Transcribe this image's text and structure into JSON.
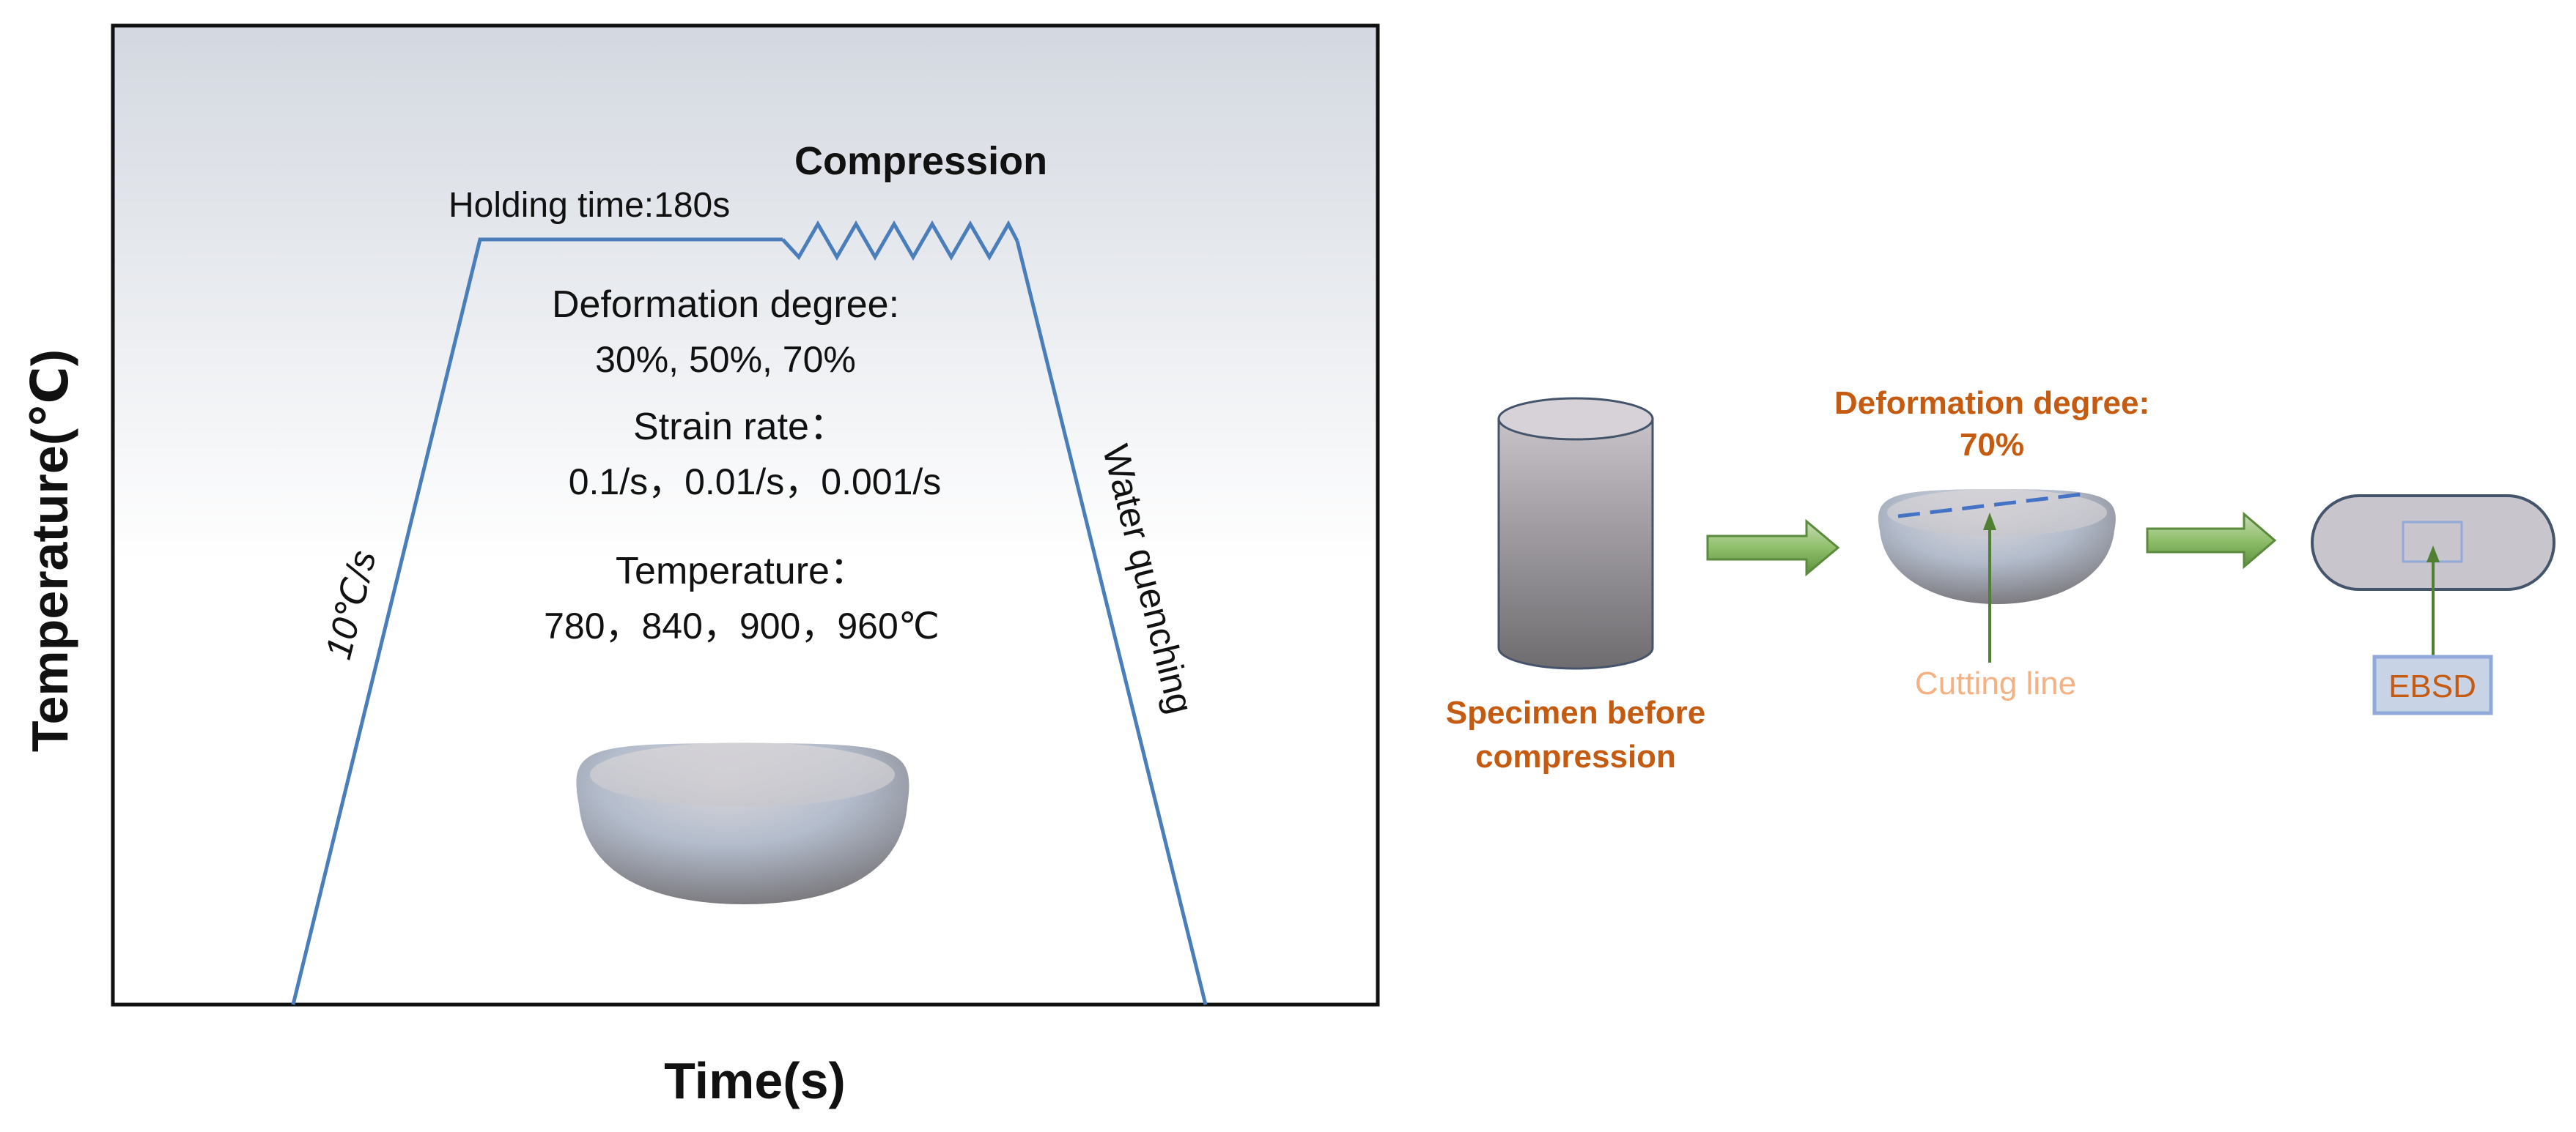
{
  "process_chart": {
    "y_axis_label": "Temperature(℃)",
    "x_axis_label": "Time(s)",
    "heating_rate_label": "10℃/s",
    "holding_label": "Holding time:180s",
    "compression_label": "Compression",
    "quench_label": "Water quenching",
    "deformation_title": "Deformation degree:",
    "deformation_values": "30%, 50%, 70%",
    "strain_title": "Strain rate：",
    "strain_values": "0.1/s，0.01/s，0.001/s",
    "temperature_title": "Temperature：",
    "temperature_values": "780，840，900，960℃"
  },
  "specimen_flow": {
    "specimen_label_line1": "Specimen before",
    "specimen_label_line2": "compression",
    "deformation_title": "Deformation degree:",
    "deformation_value": "70%",
    "cutting_line_label": "Cutting line",
    "ebsd_label": "EBSD"
  },
  "colors": {
    "process_line": "#4a7ebb",
    "flow_arrow": "#70ad47",
    "orange_text": "#c55a11",
    "peach_text": "#f4b183",
    "ebsd_box_fill": "#c9d3e6",
    "ebsd_box_stroke": "#8fa9d8"
  }
}
